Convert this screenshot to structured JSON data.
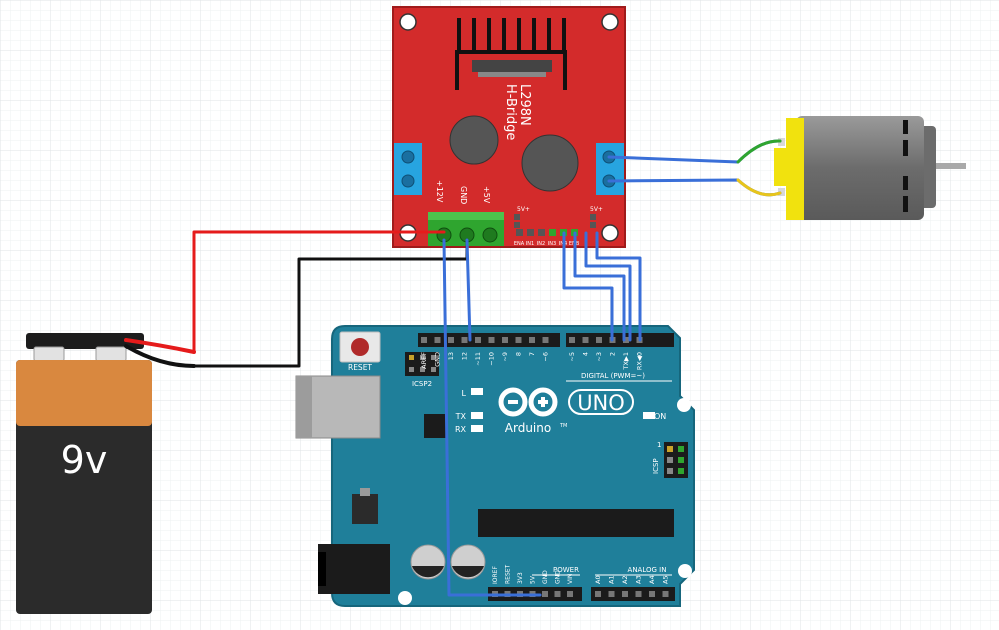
{
  "colors": {
    "grid_minor": "#eef0f2",
    "grid_major": "#dfe3e6",
    "board_red": "#d32b2b",
    "board_red_dark": "#a01b1b",
    "arduino_blue": "#1f7f9a",
    "arduino_blue_dark": "#16667c",
    "wire_red": "#e51b1b",
    "wire_black": "#111111",
    "wire_blue": "#3a6fd8",
    "wire_green": "#2fa52f",
    "wire_yellow": "#e8c51b",
    "battery_top": "#d9883f",
    "battery_bottom": "#2b2b2b",
    "motor_body": "#7a7a7a",
    "motor_cap": "#f1e20e",
    "terminal_blue": "#27a4e0",
    "terminal_green": "#2fa52f"
  },
  "battery": {
    "label": "9v"
  },
  "hbridge": {
    "title": "L298N",
    "subtitle": "H-Bridge",
    "power_labels": [
      "+12V",
      "GND",
      "+5V"
    ],
    "pin_labels": [
      "ENA",
      "IN1",
      "IN2",
      "IN3",
      "IN4",
      "ENB"
    ],
    "jumper_labels": [
      "5V+",
      "5V+"
    ]
  },
  "arduino": {
    "brand": "Arduino",
    "trademark": "TM",
    "model": "UNO",
    "reset_label": "RESET",
    "icsp2_label": "ICSP2",
    "icsp_label": "ICSP",
    "icsp_pin1": "1",
    "led_labels": [
      "L",
      "TX",
      "RX"
    ],
    "on_label": "ON",
    "digital_label": "DIGITAL (PWM=~)",
    "power_label": "POWER",
    "analog_label": "ANALOG IN",
    "top_pins": [
      "AREF",
      "GND",
      "13",
      "12",
      "~11",
      "~10",
      "~9",
      "8",
      "7",
      "~6",
      "~5",
      "4",
      "~3",
      "2",
      "TX▶1",
      "RX◀0"
    ],
    "power_pins": [
      "IOREF",
      "RESET",
      "3V3",
      "5V",
      "GND",
      "GND",
      "VIN"
    ],
    "analog_pins": [
      "A0",
      "A1",
      "A2",
      "A3",
      "A4",
      "A5"
    ]
  }
}
